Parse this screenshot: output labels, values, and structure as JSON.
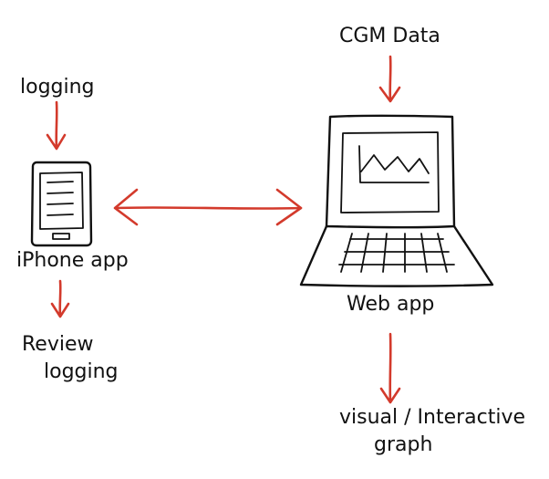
{
  "nodes": {
    "cgm_data": "CGM Data",
    "logging": "logging",
    "iphone_app": "iPhone app",
    "review_logging_line1": "Review",
    "review_logging_line2": "logging",
    "web_app": "Web app",
    "visual_graph_line1": "visual / Interactive",
    "visual_graph_line2": "graph"
  },
  "colors": {
    "ink": "#111111",
    "arrow": "#d33a2c",
    "background": "#ffffff"
  }
}
